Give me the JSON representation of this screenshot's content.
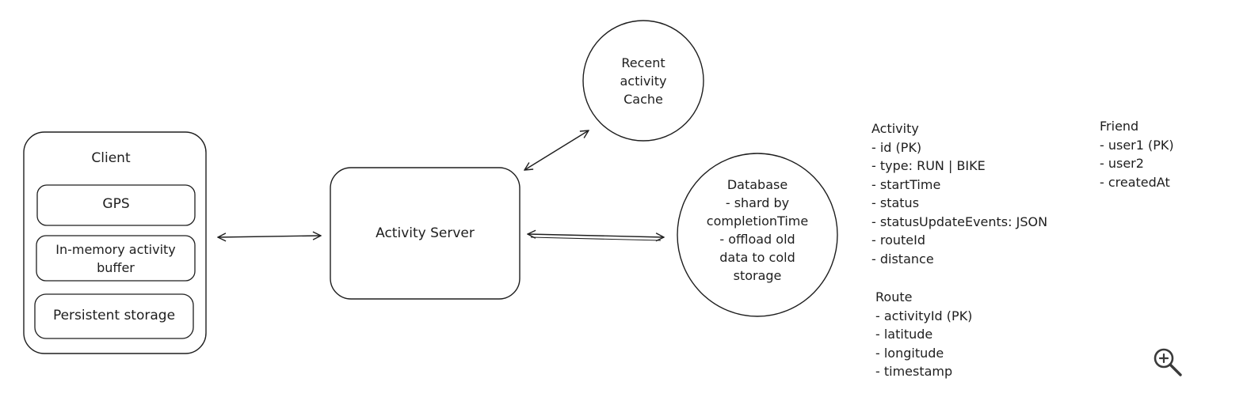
{
  "client": {
    "title": "Client",
    "components": [
      "GPS",
      "In-memory activity buffer",
      "Persistent storage"
    ]
  },
  "server": {
    "label": "Activity Server"
  },
  "cache": {
    "lines": [
      "Recent",
      "activity",
      "Cache"
    ]
  },
  "database": {
    "lines": [
      "Database",
      "- shard by",
      "completionTime",
      "- offload old",
      "data to cold",
      "storage"
    ]
  },
  "schemas": {
    "activity": {
      "title": "Activity",
      "fields": [
        "- id (PK)",
        "- type: RUN | BIKE",
        "- startTime",
        "- status",
        "- statusUpdateEvents: JSON",
        "- routeId",
        "- distance"
      ]
    },
    "friend": {
      "title": "Friend",
      "fields": [
        "- user1 (PK)",
        "- user2",
        "- createdAt"
      ]
    },
    "route": {
      "title": "Route",
      "fields": [
        "- activityId (PK)",
        "- latitude",
        "- longitude",
        "- timestamp"
      ]
    }
  },
  "icons": {
    "zoom": "zoom-in-icon"
  },
  "colors": {
    "stroke": "#1e1e1e",
    "background": "#ffffff"
  }
}
